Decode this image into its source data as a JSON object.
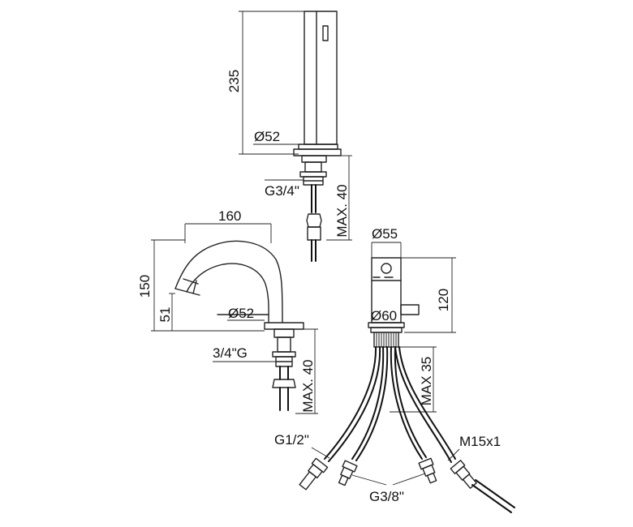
{
  "top_unit": {
    "height_label": "235",
    "diameter_label": "Ø52",
    "thread_label": "G3/4\"",
    "max_label": "MAX. 40"
  },
  "spout_unit": {
    "reach_label": "160",
    "height_label": "150",
    "outlet_height_label": "51",
    "diameter_label": "Ø52",
    "thread_label": "3/4\"G",
    "max_label": "MAX. 40"
  },
  "mixer_unit": {
    "top_diameter_label": "Ø55",
    "height_label": "120",
    "base_diameter_label": "Ø60",
    "max_label": "MAX 35",
    "hose_g12_label": "G1/2\"",
    "hose_m15_label": "M15x1",
    "hose_g38_label": "G3/8\""
  }
}
